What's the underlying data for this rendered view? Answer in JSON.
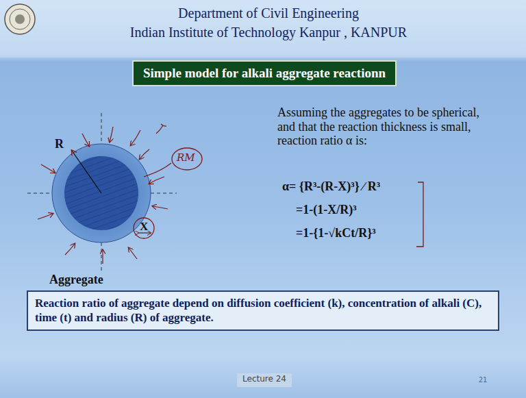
{
  "diagram": {
    "nodes": [
      {
        "text": [
          "Simple model for alkali aggregate reactionn"
        ]
      },
      {
        "text": [
          "Reaction ratio of aggregate depend on diffusion coefficient (k), concentration of alkali (C), time (t) and radius (R) of aggregate."
        ]
      }
    ],
    "labels": [
      "Department  of Civil Engineering",
      "Indian Institute of Technology Kanpur , KANPUR",
      "R",
      "X",
      "Aggregate",
      "RM",
      "Assuming the aggregates to be spherical, and that the reaction thickness is small, reaction ratio α is:",
      "α= {R³-(R-X)³} ∕ R³",
      "=1-(1-X/R)³",
      "=1-{1-√kCt/R}³",
      "Lecture 24",
      "21"
    ]
  }
}
